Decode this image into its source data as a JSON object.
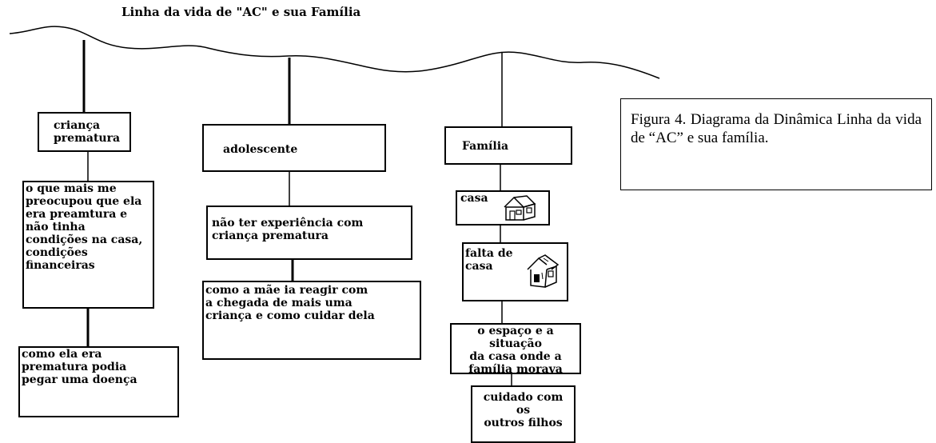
{
  "title": "Linha da vida de \"AC\" e sua Família",
  "caption": "Figura 4. Diagrama da Dinâmica Linha da vida de “AC” e sua família.",
  "columns": [
    {
      "header": "criança\nprematura",
      "items": [
        "o que mais me\npreocupou que ela\nera preamtura e\nnão tinha\ncondições na casa,\ncondições\nfinanceiras",
        "como ela era\nprematura podia\npegar uma doença"
      ]
    },
    {
      "header": "adolescente",
      "items": [
        "não ter experiência com\ncriança prematura",
        "como a mãe ia reagir com\na chegada de mais uma\ncriança e como cuidar dela"
      ]
    },
    {
      "header": "Família",
      "items": [
        "casa",
        "falta de\ncasa",
        "o espaço e a situação\nda casa onde a\nfamília morava",
        "cuidado com os\noutros filhos"
      ]
    }
  ],
  "icons": [
    "house-icon",
    "damaged-house-icon"
  ]
}
